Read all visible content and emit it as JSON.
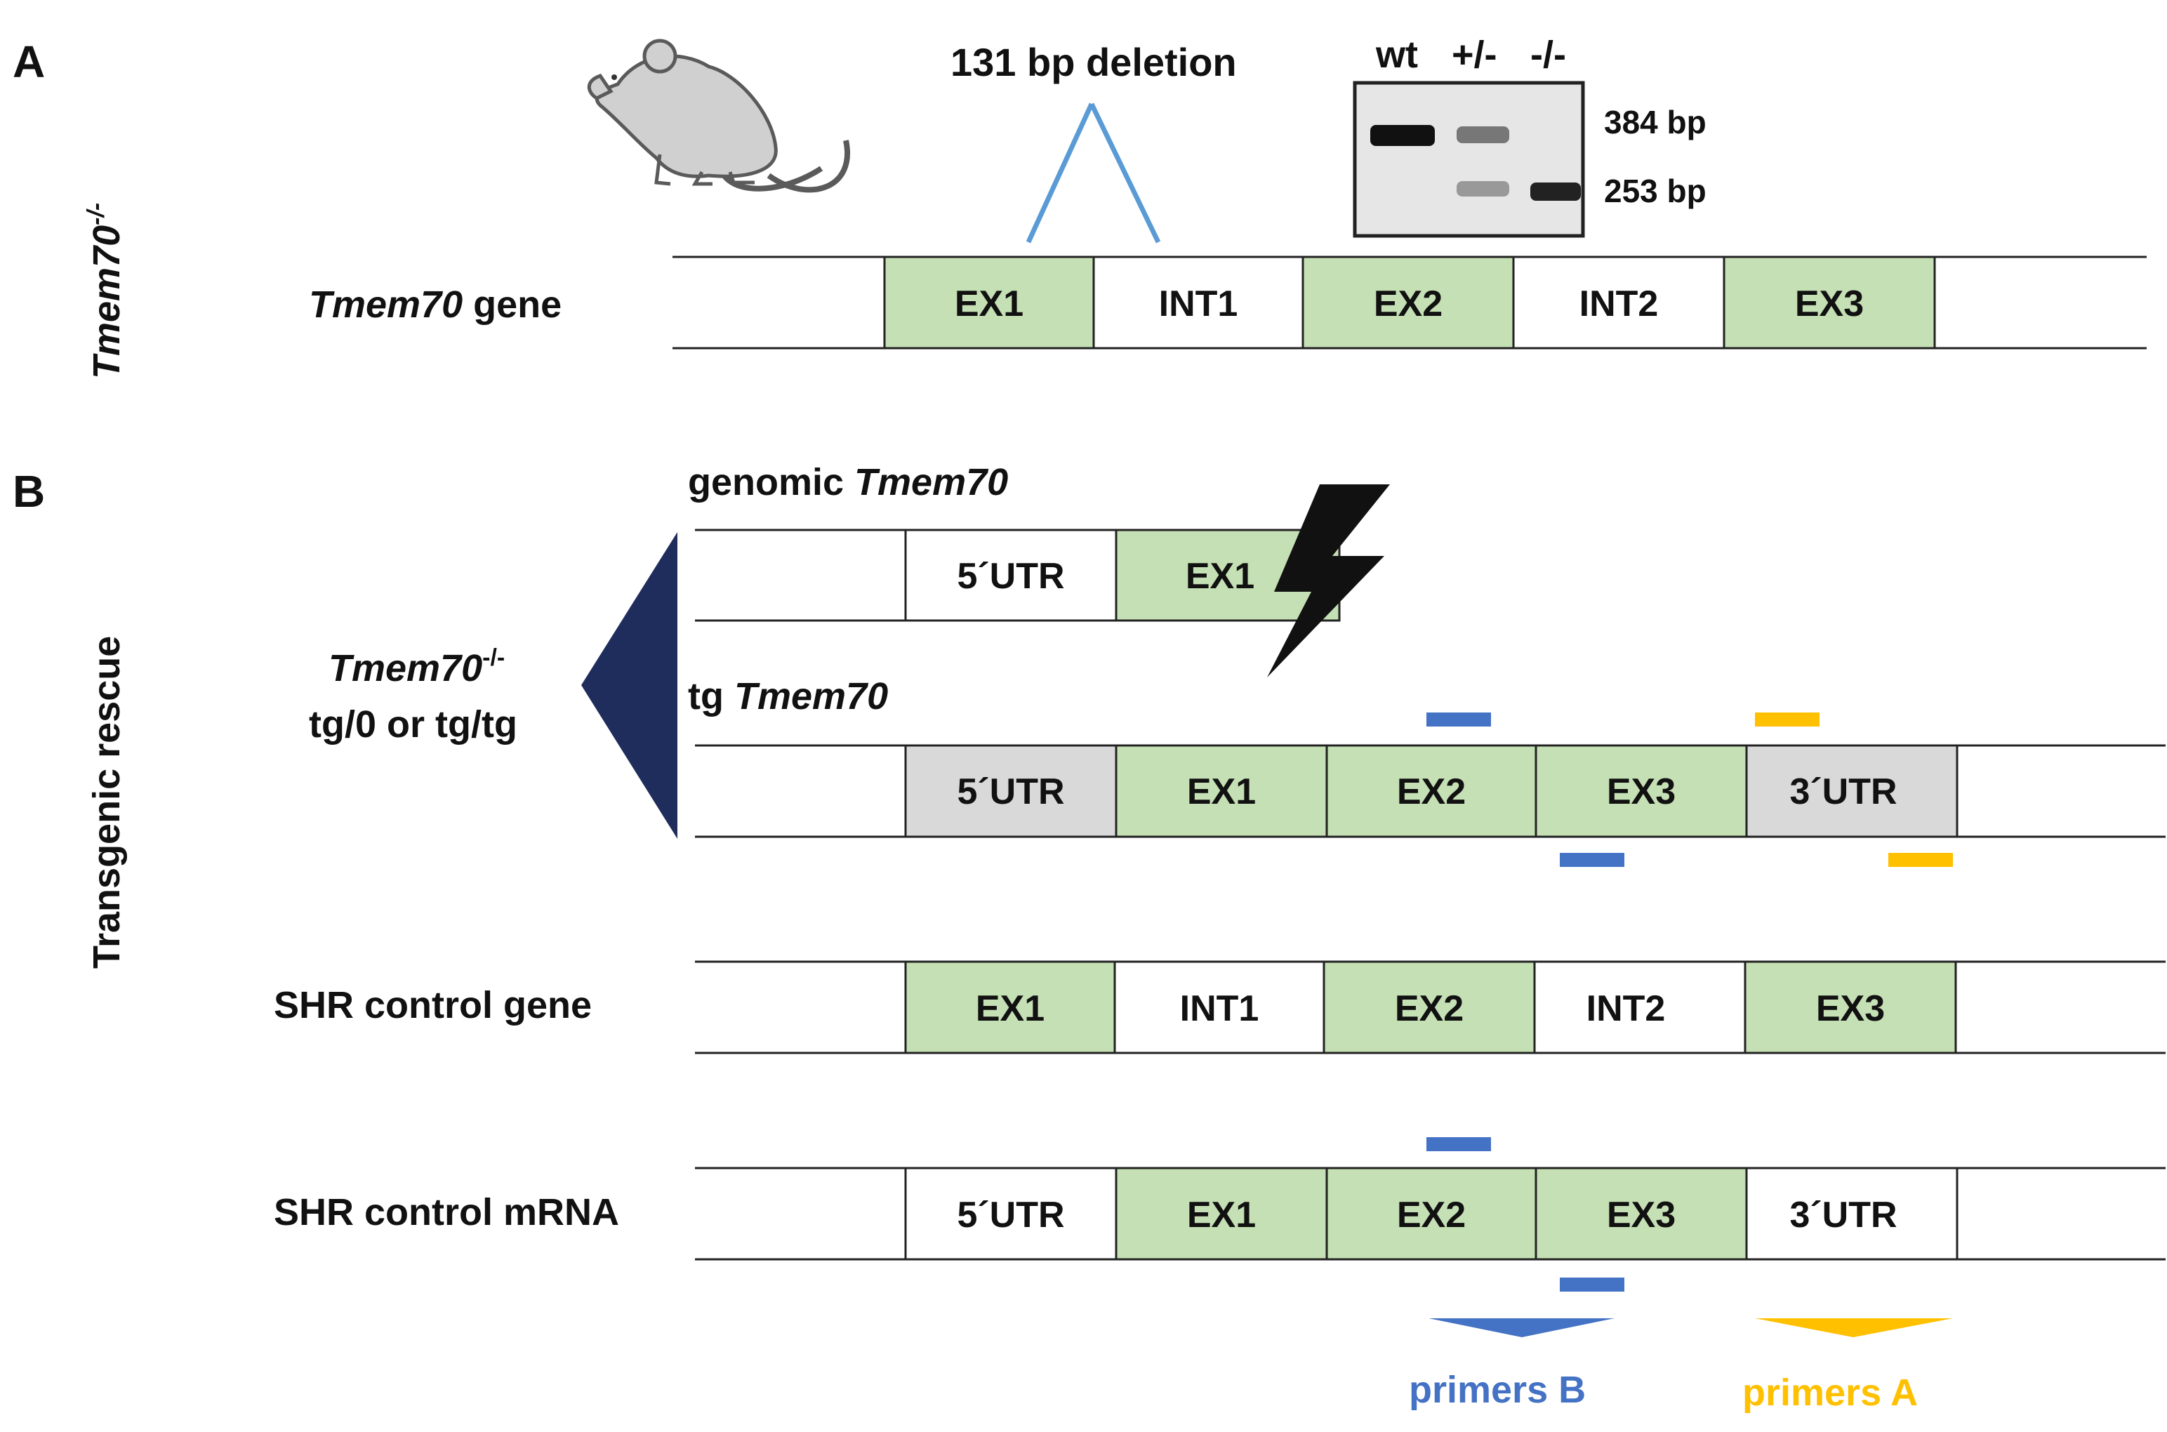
{
  "panel_a": {
    "letter": "A",
    "side_label": "Tmem70",
    "side_label_sup": "-/-",
    "deletion_label": "131 bp deletion",
    "gene_label_italic": "Tmem70",
    "gene_label_rest": " gene",
    "segments": [
      "EX1",
      "INT1",
      "EX2",
      "INT2",
      "EX3"
    ],
    "gel": {
      "lanes": [
        "wt",
        "+/-",
        "-/-"
      ],
      "sizes": [
        "384 bp",
        "253 bp"
      ]
    }
  },
  "panel_b": {
    "letter": "B",
    "side_label": "Transgenic rescue",
    "mouse_label_line1": "Tmem70",
    "mouse_label_sup": "-/-",
    "mouse_label_line2": "tg/0 or tg/tg",
    "genomic_label_prefix": "genomic ",
    "genomic_label_italic": "Tmem70",
    "genomic_segments": [
      "5´UTR",
      "EX1"
    ],
    "tg_label_prefix": "tg ",
    "tg_label_italic": "Tmem70",
    "tg_segments": [
      "5´UTR",
      "EX1",
      "EX2",
      "EX3",
      "3´UTR"
    ],
    "control_gene_label": "SHR control gene",
    "control_gene_segments": [
      "EX1",
      "INT1",
      "EX2",
      "INT2",
      "EX3"
    ],
    "control_mrna_label": "SHR control mRNA",
    "control_mrna_segments": [
      "5´UTR",
      "EX1",
      "EX2",
      "EX3",
      "3´UTR"
    ],
    "primers_b_label": "primers B",
    "primers_a_label": "primers A"
  },
  "colors": {
    "exon": "#c5e0b4",
    "utr_tg": "#d9d9d9",
    "intron": "#ffffff",
    "deletion_line": "#5b9bd5",
    "primer_b": "#4472c4",
    "primer_a": "#ffc000",
    "rescue_triangle": "#1f2d5c",
    "mouse": "#d0d0d0"
  }
}
